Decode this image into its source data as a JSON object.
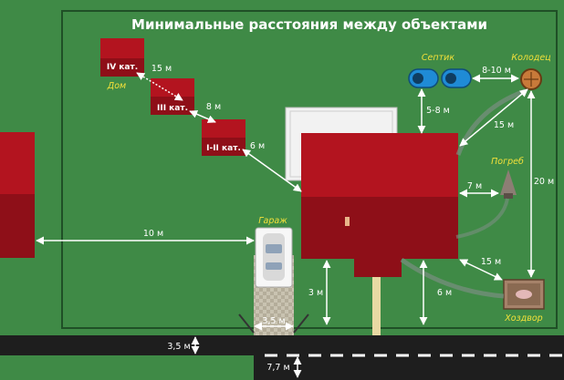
{
  "title": "Минимальные расстояния между объектами",
  "labels": {
    "house": "Дом",
    "cat4": "IV кат.",
    "cat3": "III кат.",
    "cat12": "I-II кат.",
    "garage": "Гараж",
    "septic": "Септик",
    "well": "Колодец",
    "cellar": "Погреб",
    "shed": "Хоздвор"
  },
  "distances": {
    "d_cat4_cat3": "15 м",
    "d_cat3_cat12": "8 м",
    "d_cat12_house": "6 м",
    "d_septic_well": "8-10 м",
    "d_septic_house": "5-8 м",
    "d_well_house": "15 м",
    "d_well_shed": "20 м",
    "d_house_cellar": "7 м",
    "d_neighbor_garage": "10 м",
    "d_house_shed": "15 м",
    "d_house_road": "3 м",
    "d_shed_fence": "6 м",
    "d_driveway": "3,5 м",
    "d_fence_road": "3,5 м",
    "d_road_width": "7,7 м"
  },
  "colors": {
    "grass": "#3f8a46",
    "roof_red": "#b3141f",
    "road": "#1e1e1e",
    "line_white": "#ffffff",
    "label_yellow": "#f1e03a",
    "septic_blue": "#1f8bd6"
  }
}
